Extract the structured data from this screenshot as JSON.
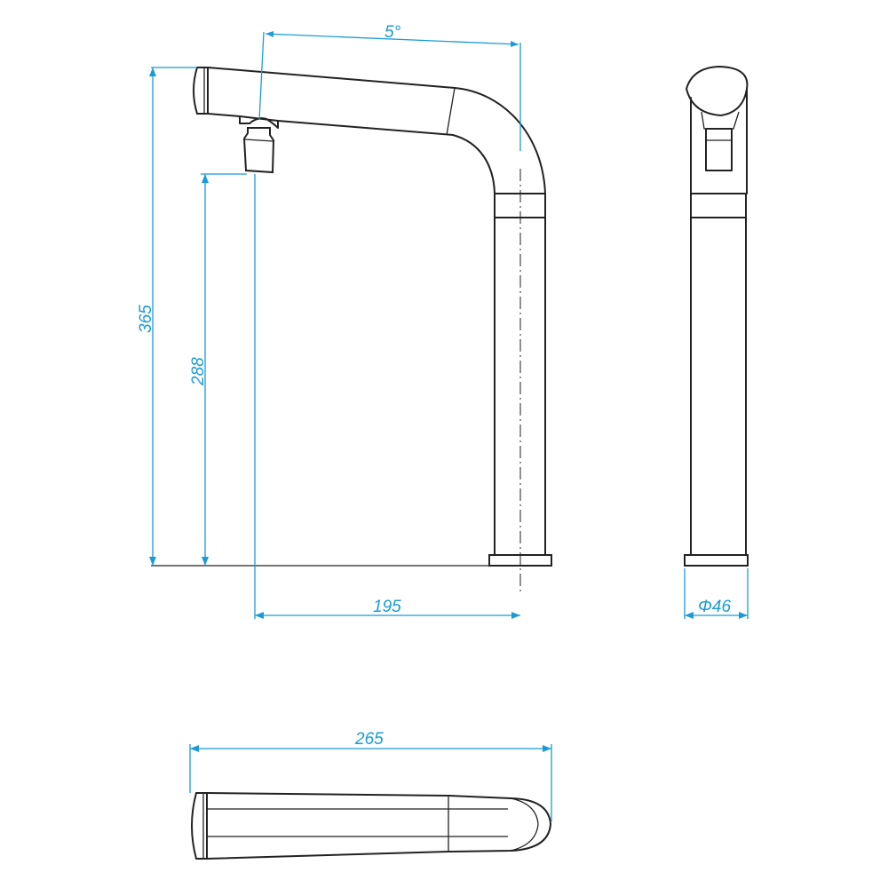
{
  "dimensions": {
    "angle": "5°",
    "total_height": "365",
    "outlet_height": "288",
    "reach": "195",
    "base_diameter": "Φ46",
    "top_length": "265"
  },
  "colors": {
    "dimension": "#1a9bd7",
    "outline": "#222222",
    "background": "#ffffff"
  }
}
